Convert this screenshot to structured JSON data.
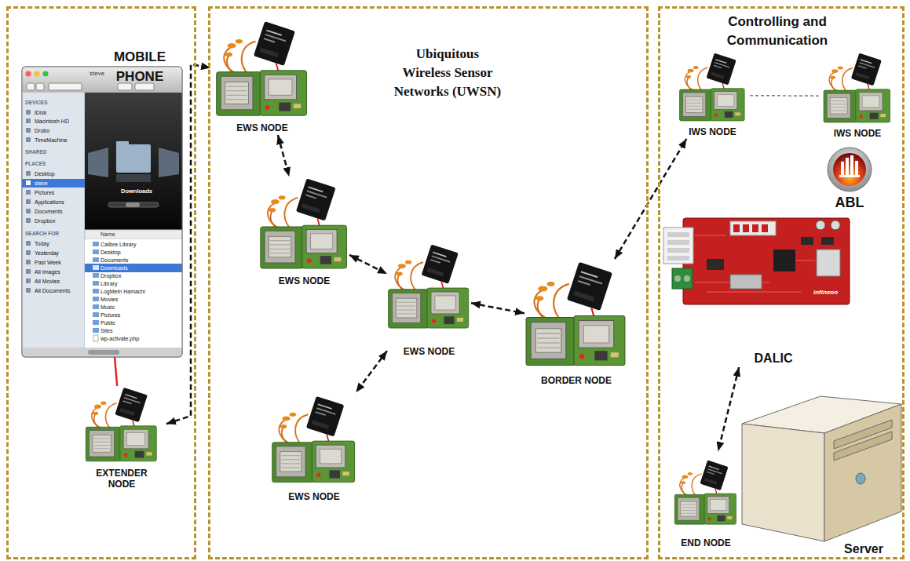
{
  "diagram": {
    "nodes": [
      {
        "text": [
          "MOBILE PHONE"
        ]
      },
      {
        "text": [
          "steve",
          "DEVICES",
          "iDisk",
          "Macintosh HD",
          "Drobo",
          "TimeMachine",
          "SHARED",
          "PLACES",
          "Desktop",
          "steve",
          "Pictures",
          "Applications",
          "Documents",
          "Dropbox",
          "SEARCH FOR",
          "Today",
          "Yesterday",
          "Past Week",
          "All Images",
          "All Movies",
          "All Documents",
          "Downloads",
          "Name",
          "Calibre Library",
          "Desktop",
          "Documents",
          "Downloads",
          "Dropbox",
          "Library",
          "LogMeIn Hamachi",
          "Movies",
          "Music",
          "Pictures",
          "Public",
          "Sites",
          "wp-activate.php"
        ],
        "in": 0
      },
      {
        "text": [
          "EXTENDER NODE"
        ],
        "in": 0
      },
      {
        "text": [
          "Ubiquitous Wireless Sensor Networks (UWSN)"
        ]
      },
      {
        "text": [
          "EWS NODE"
        ],
        "in": 3
      },
      {
        "text": [
          "EWS NODE"
        ],
        "in": 3
      },
      {
        "text": [
          "EWS NODE"
        ],
        "in": 3
      },
      {
        "text": [
          "BORDER NODE"
        ],
        "in": 3
      },
      {
        "text": [
          "EWS NODE"
        ],
        "in": 3
      },
      {
        "text": [
          "Controlling and Communication"
        ]
      },
      {
        "text": [
          "IWS NODE"
        ],
        "in": 9
      },
      {
        "text": [
          "IWS NODE"
        ],
        "in": 9
      },
      {
        "text": [
          "ABL"
        ],
        "in": 9
      },
      {
        "text": [
          "DALIC"
        ],
        "in": 9
      },
      {
        "text": [
          "END NODE"
        ],
        "in": 9
      },
      {
        "text": [
          "Server"
        ],
        "in": 9
      }
    ],
    "edges": [
      {
        "from": 1,
        "to": 2,
        "arrow": "none"
      },
      {
        "from": 2,
        "to": 4,
        "arrow": "both"
      },
      {
        "from": 4,
        "to": 5,
        "arrow": "both"
      },
      {
        "from": 5,
        "to": 6,
        "arrow": "both"
      },
      {
        "from": 6,
        "to": 8,
        "arrow": "both"
      },
      {
        "from": 6,
        "to": 7,
        "arrow": "both"
      },
      {
        "from": 7,
        "to": 10,
        "arrow": "both"
      },
      {
        "from": 10,
        "to": 11,
        "arrow": "none"
      },
      {
        "from": 13,
        "to": 14,
        "arrow": "both"
      }
    ],
    "labels": [
      "infineon"
    ]
  }
}
